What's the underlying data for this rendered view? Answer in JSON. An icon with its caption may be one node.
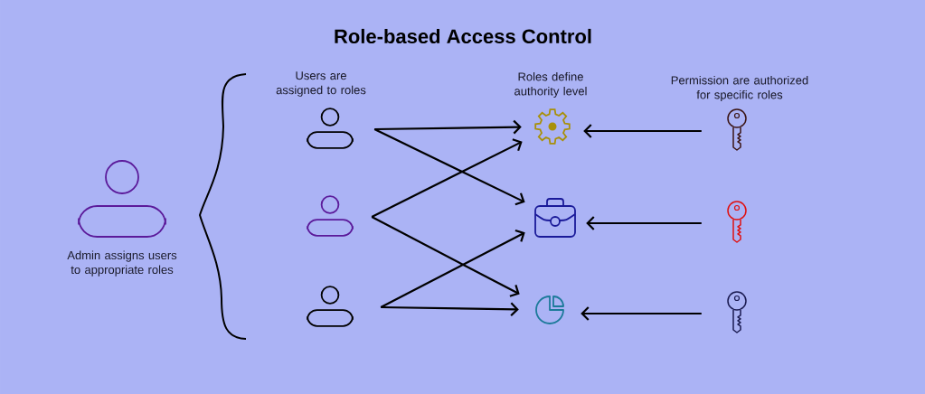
{
  "diagram": {
    "title": "Role-based Access Control",
    "nodes": [
      {
        "text": [],
        "shape": "person",
        "beside": [
          "Admin assigns users to appropriate roles"
        ]
      },
      {
        "text": [],
        "shape": "person"
      },
      {
        "text": [],
        "shape": "person"
      },
      {
        "text": [],
        "shape": "person"
      },
      {
        "text": [],
        "shape": "picture"
      },
      {
        "text": [],
        "shape": "picture"
      },
      {
        "text": [],
        "shape": "picture"
      },
      {
        "text": [],
        "shape": "picture"
      },
      {
        "text": [],
        "shape": "picture"
      },
      {
        "text": [],
        "shape": "picture"
      }
    ],
    "edges": [
      {
        "from": 1,
        "to": 4,
        "arrow": "to"
      },
      {
        "from": 1,
        "to": 5,
        "arrow": "to"
      },
      {
        "from": 2,
        "to": 4,
        "arrow": "to"
      },
      {
        "from": 2,
        "to": 6,
        "arrow": "to"
      },
      {
        "from": 3,
        "to": 5,
        "arrow": "to"
      },
      {
        "from": 3,
        "to": 6,
        "arrow": "to"
      },
      {
        "from": 7,
        "to": 4,
        "arrow": "to"
      },
      {
        "from": 8,
        "to": 5,
        "arrow": "to"
      },
      {
        "from": 9,
        "to": 6,
        "arrow": "to"
      }
    ],
    "labels": [
      "Users are assigned to roles",
      "Roles define authority level",
      "Permission are authorized for specific roles"
    ]
  }
}
